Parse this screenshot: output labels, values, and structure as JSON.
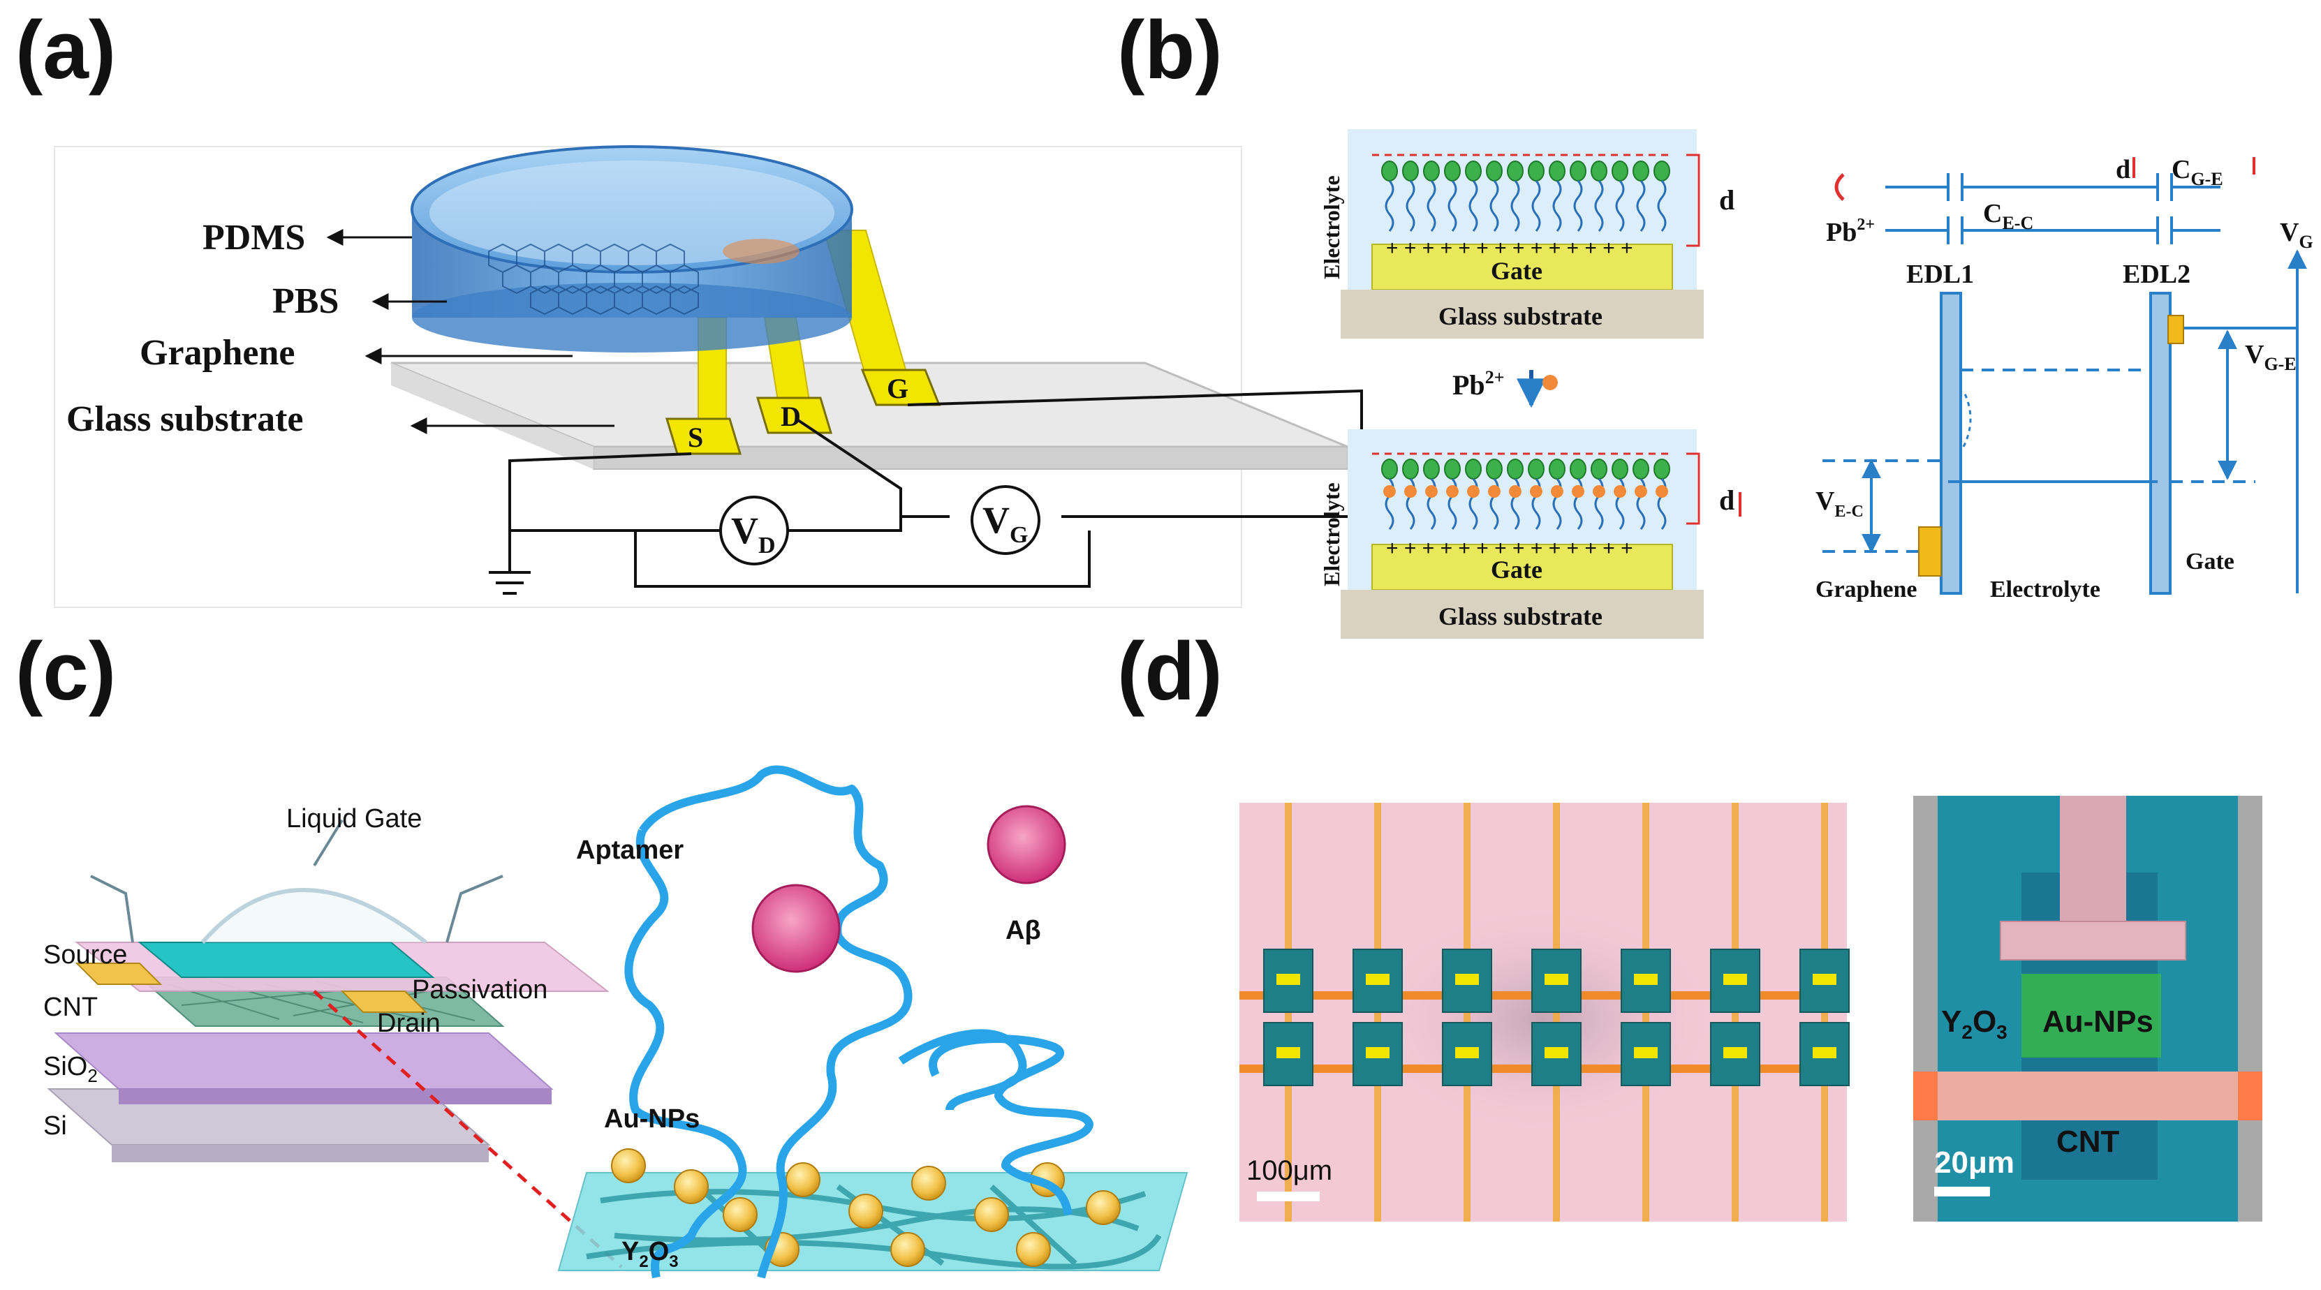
{
  "panels": {
    "a": {
      "label": "(a)",
      "callouts": [
        "PDMS",
        "PBS",
        "Graphene",
        "Glass substrate"
      ],
      "electrodes": {
        "s": "S",
        "d": "D",
        "g": "G"
      },
      "meters": {
        "vd_main": "V",
        "vd_sub": "D",
        "vg_main": "V",
        "vg_sub": "G"
      }
    },
    "b": {
      "label": "(b)",
      "electrolyte": "Electrolyte",
      "gate": "Gate",
      "glass_substrate": "Glass substrate",
      "plus_signs": "+ + + + + + + + + + + + + +",
      "distance": "d",
      "ion_main": "Pb",
      "ion_sup": "2+",
      "circuit": {
        "cge_main": "C",
        "cge_sub": "G-E",
        "cec_main": "C",
        "cec_sub": "E-C",
        "pb_main": "Pb",
        "pb_sup": "2+",
        "edl1": "EDL1",
        "edl2": "EDL2",
        "vg_main": "V",
        "vg_sub": "G",
        "vge_main": "V",
        "vge_sub": "G-E",
        "vec_main": "V",
        "vec_sub": "E-C",
        "graphene": "Graphene",
        "electrolyte": "Electrolyte",
        "gate": "Gate",
        "d": "d"
      }
    },
    "c": {
      "label": "(c)",
      "layers": [
        "Source",
        "CNT",
        "SiO",
        "Si"
      ],
      "sio_sub": "2",
      "liquid_gate": "Liquid Gate",
      "passivation": "Passivation",
      "drain": "Drain",
      "aptamer": "Aptamer",
      "abeta": "Aβ",
      "au_nps": "Au-NPs",
      "y2o3_main": "Y",
      "y2o3_sub1": "2",
      "y2o3_o": "O",
      "y2o3_sub2": "3"
    },
    "d": {
      "label": "(d)",
      "scale_left": "100μm",
      "y2o3_main": "Y",
      "y2o3_sub1": "2",
      "y2o3_o": "O",
      "y2o3_sub2": "3",
      "au_nps": "Au-NPs",
      "cnt": "CNT",
      "scale_right": "20μm"
    }
  },
  "colors": {
    "pdms_blue": "#4a90d9",
    "electrode_yellow": "#f2e600",
    "diagram_blue": "#2a7fc9",
    "teal_chip": "#1f8fa6",
    "pink_bg": "#f3c9d6",
    "orange_line": "#f08a2a",
    "au_np_gold": "#f2c24a",
    "abeta_magenta": "#e0458a"
  }
}
